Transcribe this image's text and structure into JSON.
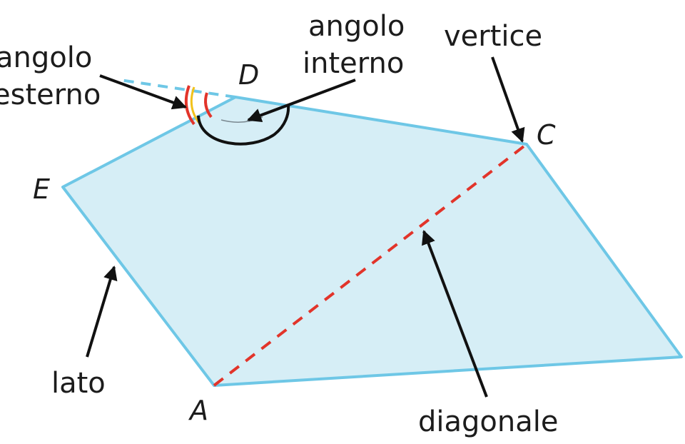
{
  "colors": {
    "polygon_fill": "#d6eef6",
    "polygon_stroke": "#6ec7e6",
    "diagonal": "#e2342a",
    "arrow": "#111111",
    "exterior_arc_outer": "#e2342a",
    "exterior_arc_inner": "#f2c21b"
  },
  "vertices": {
    "A": "A",
    "C": "C",
    "D": "D",
    "E": "E"
  },
  "labels": {
    "angolo_esterno_line1": "angolo",
    "angolo_esterno_line2": "esterno",
    "angolo_interno_line1": "angolo",
    "angolo_interno_line2": "interno",
    "vertice": "vertice",
    "lato": "lato",
    "diagonale": "diagonale"
  }
}
